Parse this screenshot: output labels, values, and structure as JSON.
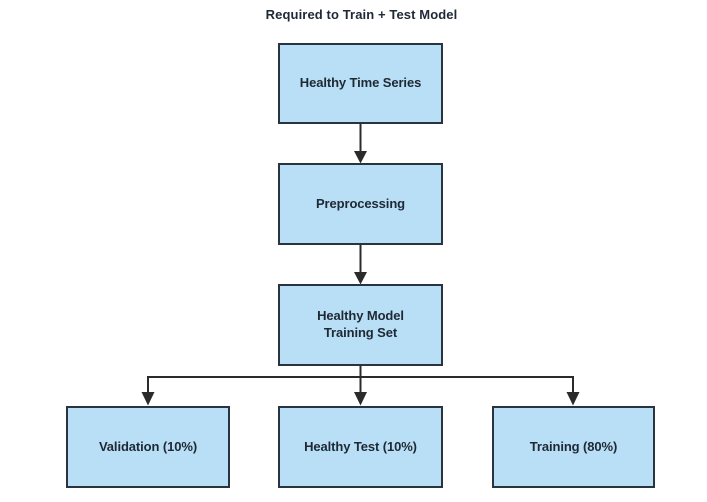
{
  "title": "Required to Train + Test Model",
  "nodes": [
    {
      "id": "healthy-time-series",
      "label": "Healthy Time Series"
    },
    {
      "id": "preprocessing",
      "label": "Preprocessing"
    },
    {
      "id": "healthy-model-training-set",
      "label": "Healthy Model Training Set"
    },
    {
      "id": "validation",
      "label": "Validation (10%)"
    },
    {
      "id": "healthy-test",
      "label": "Healthy Test (10%)"
    },
    {
      "id": "training",
      "label": "Training (80%)"
    }
  ],
  "edges": [
    {
      "from": "healthy-time-series",
      "to": "preprocessing"
    },
    {
      "from": "preprocessing",
      "to": "healthy-model-training-set"
    },
    {
      "from": "healthy-model-training-set",
      "to": "validation"
    },
    {
      "from": "healthy-model-training-set",
      "to": "healthy-test"
    },
    {
      "from": "healthy-model-training-set",
      "to": "training"
    }
  ],
  "colors": {
    "background": "#ffffff",
    "box_fill": "#b8dff5",
    "box_border": "#2a3441",
    "arrow": "#2b2b2b",
    "text": "#1f2835"
  }
}
